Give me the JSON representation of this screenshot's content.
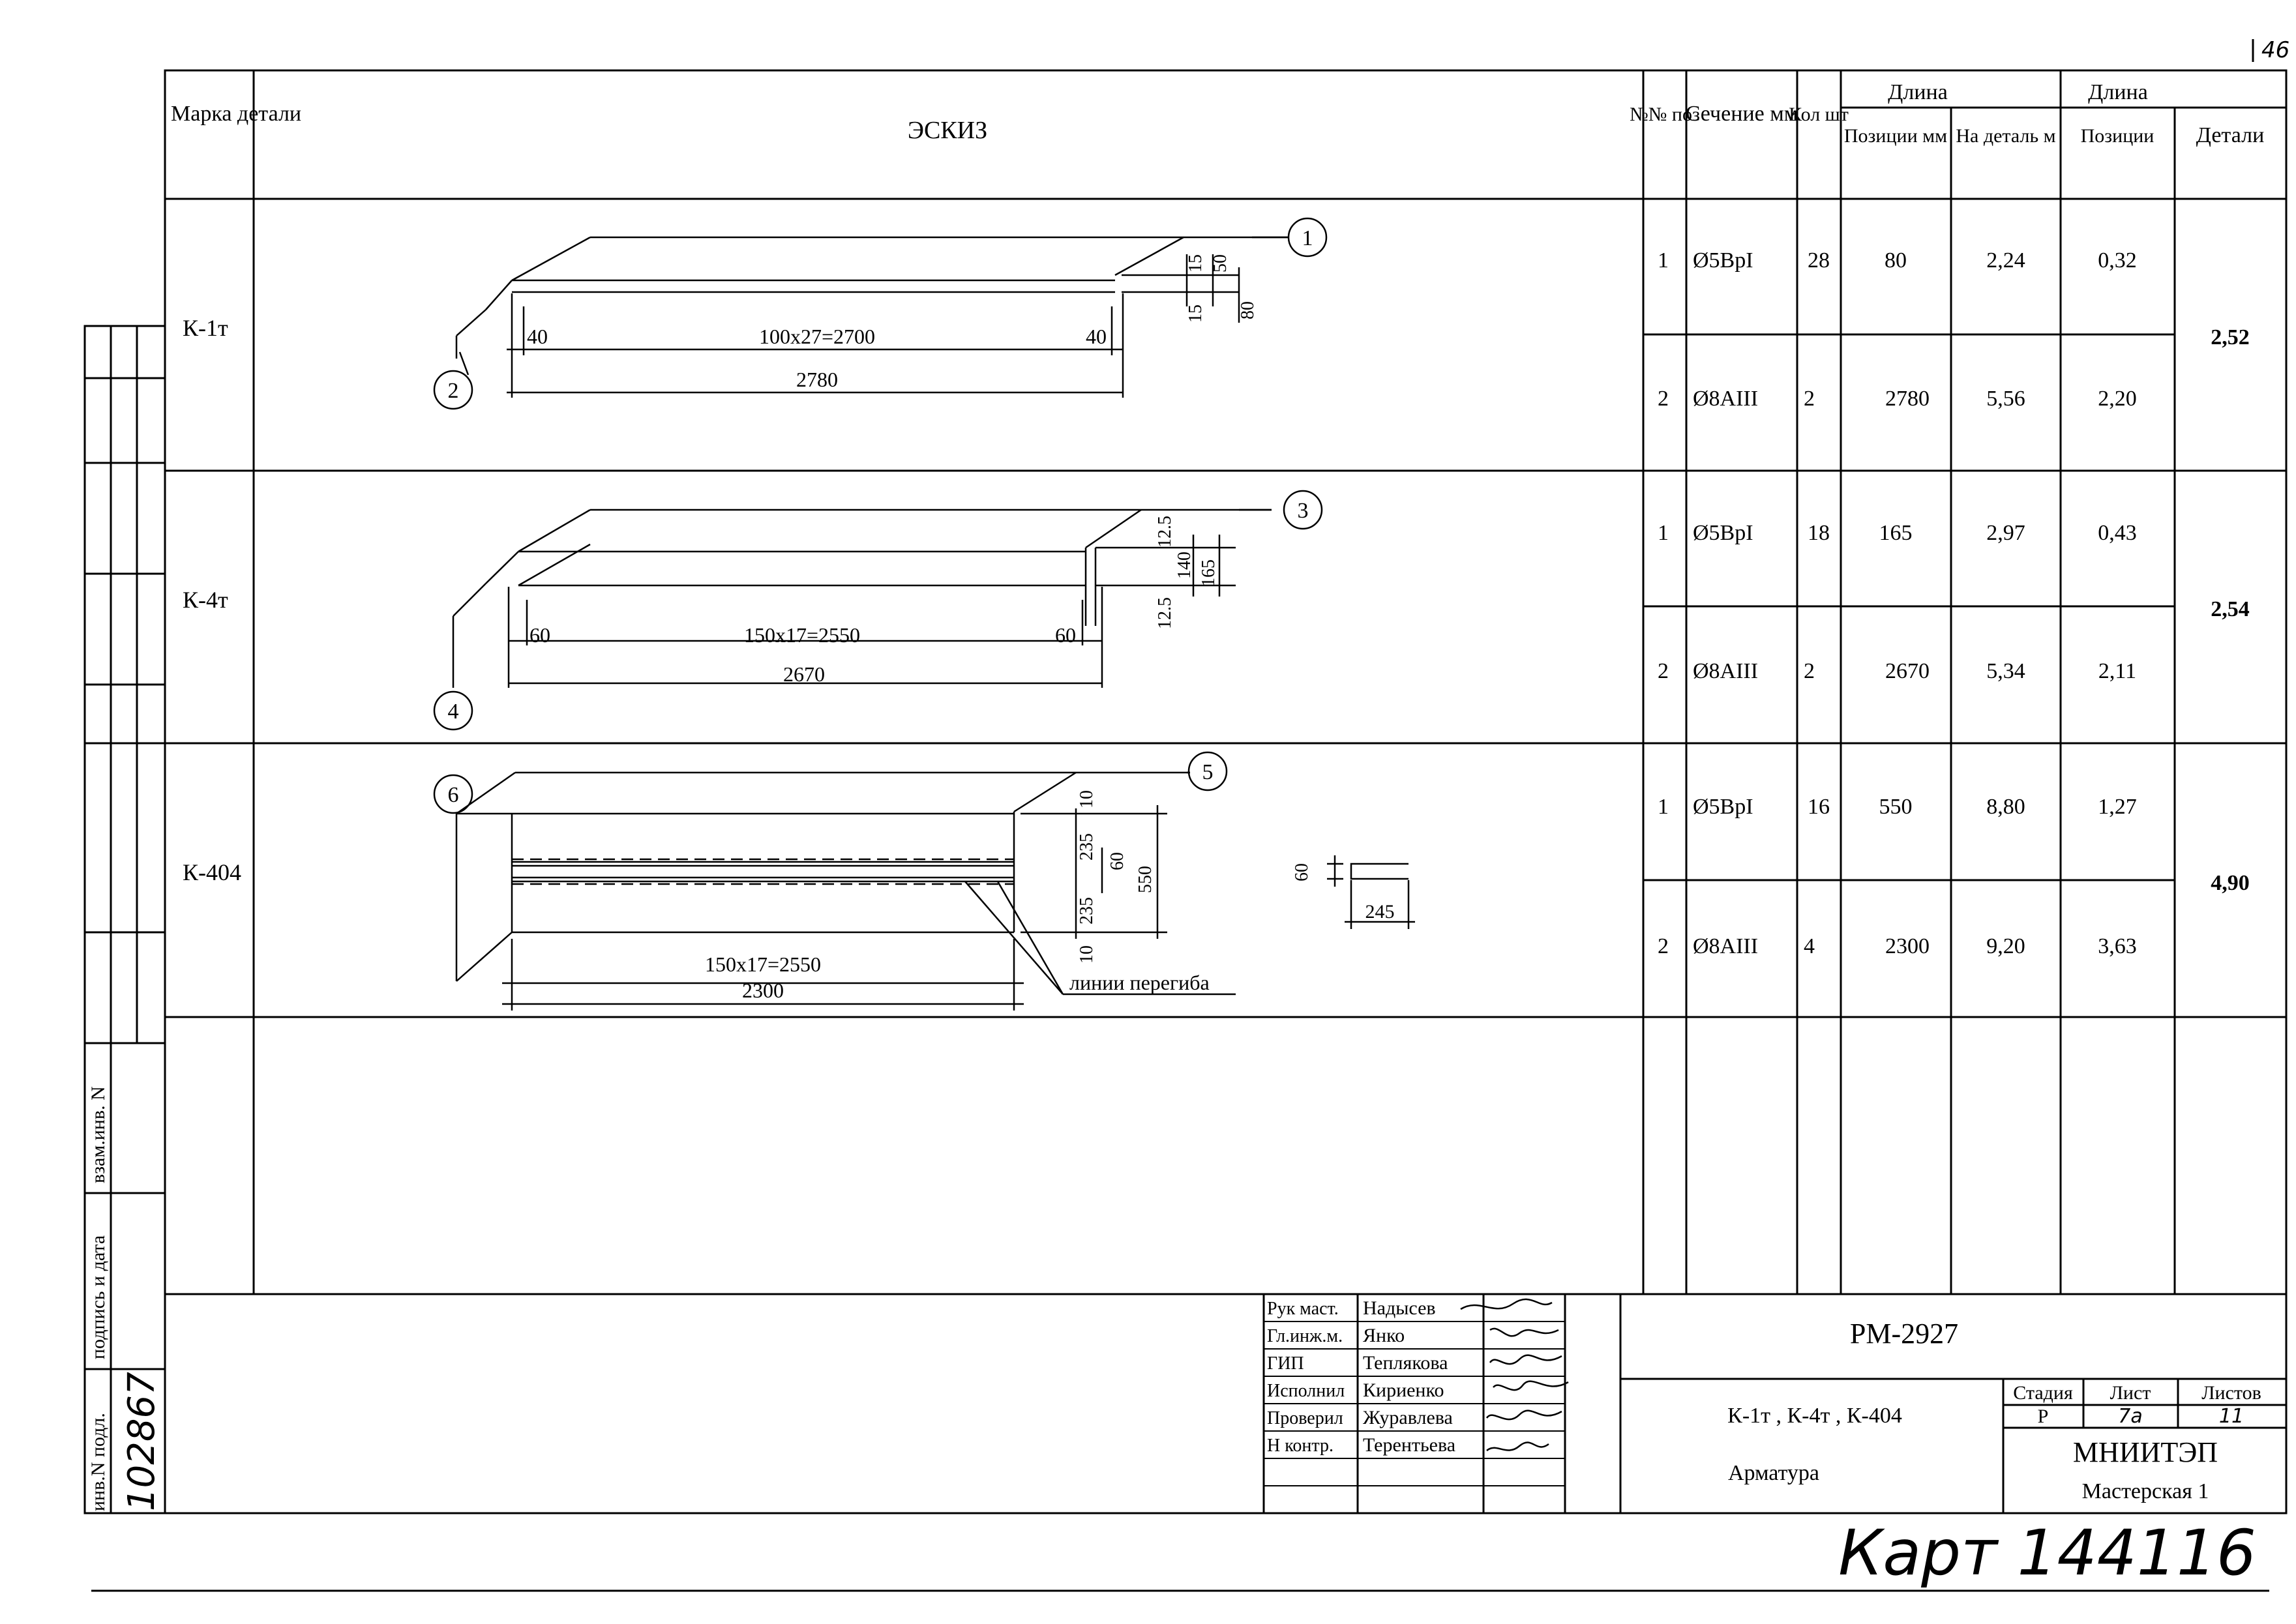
{
  "sheet_corner_number": "46",
  "header": {
    "mark_label": "Марка детали",
    "sketch_label": "ЭСКИЗ",
    "pos_label": "№№ поз",
    "section_label": "Сечение мм",
    "qty_label": "Кол шт",
    "length1_label": "Длина",
    "length1_pos_label": "Позиции мм",
    "length1_detail_label": "На деталь м",
    "length2_label": "Длина",
    "length2_pos_label": "Позиции",
    "length2_detail_label": "Детали"
  },
  "details": [
    {
      "mark": "К-1т",
      "total": "2,52",
      "rows": [
        {
          "pos": "1",
          "section": "Ø5BpI",
          "qty": "28",
          "len_pos": "80",
          "len_detail": "2,24",
          "mass_pos": "0,32"
        },
        {
          "pos": "2",
          "section": "Ø8AIII",
          "qty": "2",
          "len_pos": "2780",
          "len_detail": "5,56",
          "mass_pos": "2,20"
        }
      ],
      "sketch": {
        "bubble_top": "1",
        "bubble_bottom": "2",
        "dim_left": "40",
        "dim_mid": "100x27=2700",
        "dim_right": "40",
        "dim_total": "2780",
        "dim_v1": "15",
        "dim_v2": "50",
        "dim_v3": "15",
        "dim_v4": "80"
      }
    },
    {
      "mark": "К-4т",
      "total": "2,54",
      "rows": [
        {
          "pos": "1",
          "section": "Ø5BpI",
          "qty": "18",
          "len_pos": "165",
          "len_detail": "2,97",
          "mass_pos": "0,43"
        },
        {
          "pos": "2",
          "section": "Ø8AIII",
          "qty": "2",
          "len_pos": "2670",
          "len_detail": "5,34",
          "mass_pos": "2,11"
        }
      ],
      "sketch": {
        "bubble_top": "3",
        "bubble_bottom": "4",
        "dim_left": "60",
        "dim_mid": "150x17=2550",
        "dim_right": "60",
        "dim_total": "2670",
        "dim_v1": "12.5",
        "dim_v2": "140",
        "dim_v3": "12.5",
        "dim_v4": "165"
      }
    },
    {
      "mark": "К-404",
      "total": "4,90",
      "rows": [
        {
          "pos": "1",
          "section": "Ø5BpI",
          "qty": "16",
          "len_pos": "550",
          "len_detail": "8,80",
          "mass_pos": "1,27"
        },
        {
          "pos": "2",
          "section": "Ø8AIII",
          "qty": "4",
          "len_pos": "2300",
          "len_detail": "9,20",
          "mass_pos": "3,63"
        }
      ],
      "sketch": {
        "bubble_top": "5",
        "bubble_bottom": "6",
        "dim_mid": "150x17=2550",
        "dim_total": "2300",
        "dim_v1": "10",
        "dim_v2": "235",
        "dim_v3": "60",
        "dim_v4": "550",
        "dim_v5": "235",
        "dim_v6": "10",
        "bend_note": "линии перегиба",
        "section_h": "60",
        "section_w": "245"
      }
    }
  ],
  "stamp": {
    "roles": [
      "Рук маст.",
      "Гл.инж.м.",
      "ГИП",
      "Исполнил",
      "Проверил",
      "Н контр."
    ],
    "names": [
      "Надысев",
      "Янко",
      "Теплякова",
      "Кириенко",
      "Журавлева",
      "Терентьева"
    ],
    "doc_code": "РМ-2927",
    "items": "К-1т ,  К-4т , К-404",
    "title": "Арматура",
    "stage_label": "Стадия",
    "sheet_label": "Лист",
    "sheets_label": "Листов",
    "stage": "Р",
    "sheet": "7а",
    "sheets": "11",
    "org": "МНИИТЭП",
    "workshop": "Мастерская 1"
  },
  "side_stamp": {
    "inv_label": "инв.N подл.",
    "sign_label": "подпись и дата",
    "replace_label": "взам.инв. N",
    "inv_value": "102867"
  },
  "handwritten_note": "Карт 144116"
}
